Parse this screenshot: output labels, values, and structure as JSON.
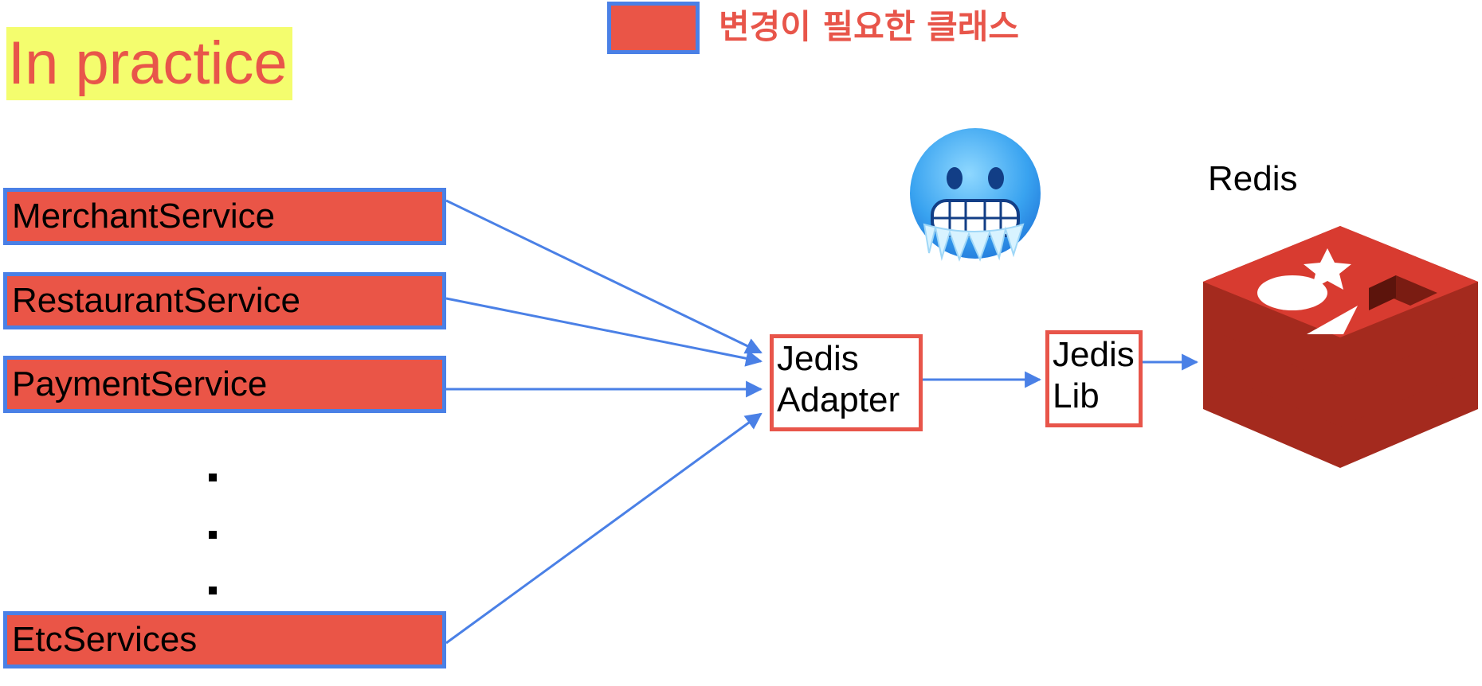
{
  "title": "In practice",
  "legend": {
    "label": "변경이 필요한 클래스"
  },
  "services": [
    {
      "label": "MerchantService"
    },
    {
      "label": "RestaurantService"
    },
    {
      "label": "PaymentService"
    },
    {
      "label": "EtcServices"
    }
  ],
  "ellipsis_dots": 3,
  "adapter": {
    "line1": "Jedis",
    "line2": "Adapter"
  },
  "lib": {
    "line1": "Jedis",
    "line2": "Lib"
  },
  "redis": {
    "label": "Redis"
  },
  "icons": {
    "emoji": "cold-face-icon",
    "redis_logo": "redis-logo-icon"
  },
  "colors": {
    "changed_class_fill": "#ea5547",
    "changed_class_border": "#4a80e6",
    "arrow": "#4a80e6",
    "highlight": "#f4fd6e",
    "accent_text": "#e8554a"
  }
}
